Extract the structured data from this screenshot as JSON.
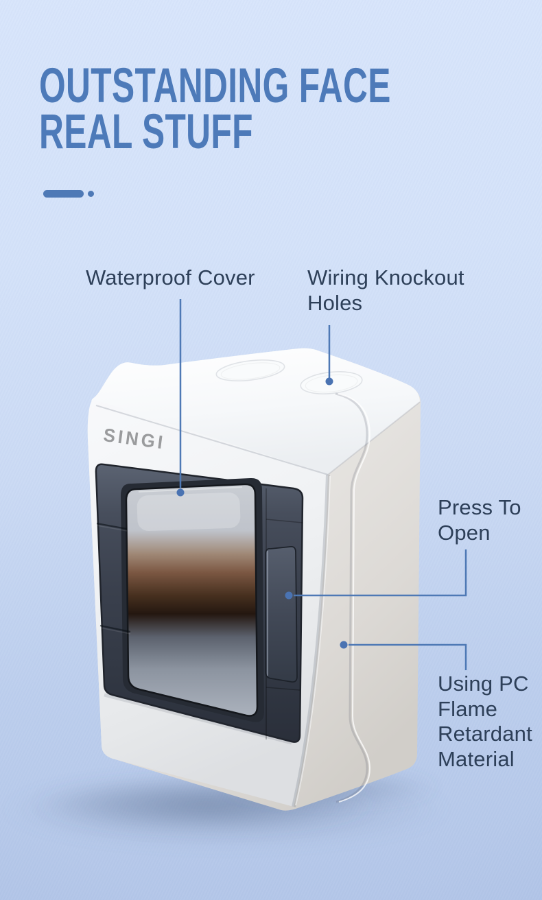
{
  "theme": {
    "background_top": "#d8e5fb",
    "background_bottom": "#b3c6e8",
    "heading_color": "#4d7ab9",
    "divider_color": "#4e79b6",
    "label_color": "#2d3f58",
    "connector_color": "#4e79b5",
    "brand_logo_color": "#9a9b9d",
    "box_body_color": "#f2f3f5",
    "cover_color": "#3a414d"
  },
  "heading": {
    "line1": "OUTSTANDING FACE",
    "line2": "REAL STUFF"
  },
  "product": {
    "brand": "SINGI"
  },
  "annotations": {
    "waterproof": {
      "label": "Waterproof Cover"
    },
    "knockout": {
      "label": "Wiring Knockout\nHoles"
    },
    "press": {
      "label": "Press To\nOpen"
    },
    "material": {
      "label": "Using PC\nFlame\nRetardant\nMaterial"
    }
  }
}
